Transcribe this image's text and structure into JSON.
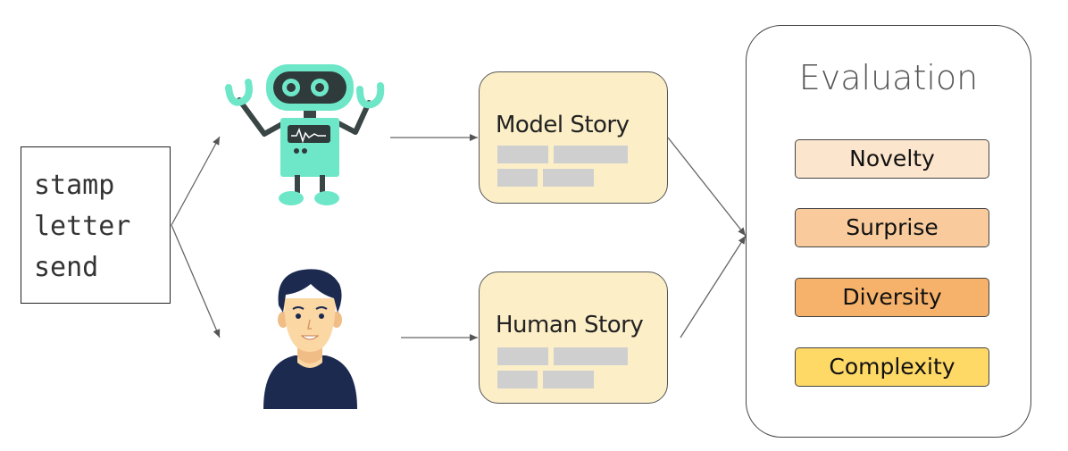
{
  "input": {
    "words": [
      "stamp",
      "letter",
      "send"
    ]
  },
  "stories": [
    {
      "title": "Model Story"
    },
    {
      "title": "Human Story"
    }
  ],
  "evaluation": {
    "title": "Evaluation",
    "metrics": [
      {
        "label": "Novelty",
        "color": "#fce5cd"
      },
      {
        "label": "Surprise",
        "color": "#f9cb9c"
      },
      {
        "label": "Diversity",
        "color": "#f6b26b"
      },
      {
        "label": "Complexity",
        "color": "#ffd966"
      }
    ]
  },
  "colors": {
    "robot": "#6ee7c9",
    "robot_dark": "#2f3a3a",
    "human_shirt": "#1c2a4f",
    "human_hair": "#1c2a4f",
    "skin": "#fbd7a4",
    "story_bg": "#fcefc7",
    "placeholder": "#cfcfcf"
  }
}
